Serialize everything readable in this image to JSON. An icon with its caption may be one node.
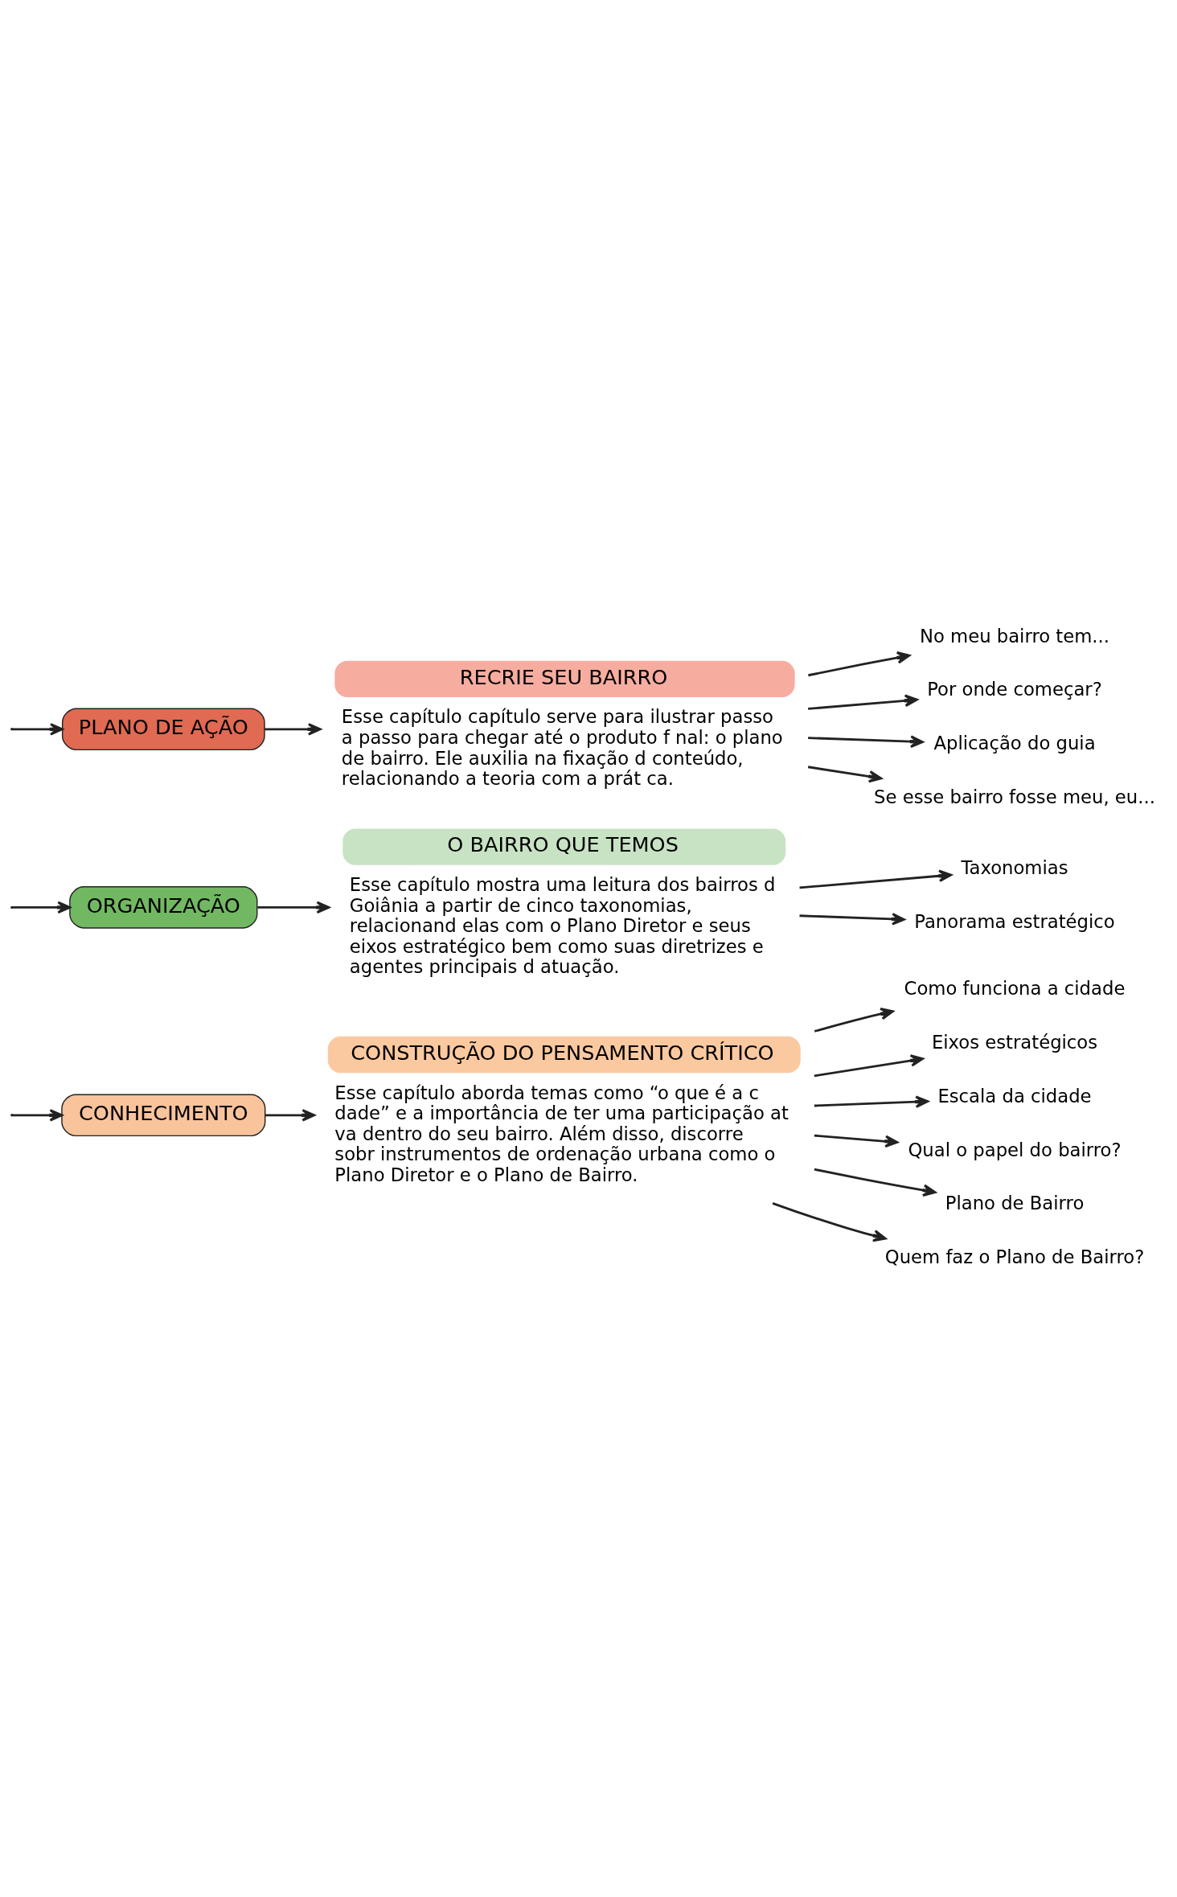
{
  "diagram": {
    "nodes": [
      {
        "text": [
          "CONHECIMENTO"
        ]
      },
      {
        "text": [
          "CONSTRUÇÃO DO PENSAMENTO CRÍTICO"
        ],
        "beside": [
          "Esse capítulo aborda temas como “o que é a c dade” e a importância de ter uma participação at va dentro do seu bairro. Além disso, discorre sobr instrumentos de ordenação urbana como o Plano Diretor e o Plano de Bairro."
        ]
      },
      {
        "text": [
          "Como funciona a cidade"
        ]
      },
      {
        "text": [
          "Eixos estratégicos"
        ]
      },
      {
        "text": [
          "Escala da cidade"
        ]
      },
      {
        "text": [
          "Qual o papel do bairro?"
        ]
      },
      {
        "text": [
          "Plano de Bairro"
        ]
      },
      {
        "text": [
          "Quem faz o Plano de Bairro?"
        ]
      },
      {
        "text": [
          "ORGANIZAÇÃO"
        ]
      },
      {
        "text": [
          "O BAIRRO QUE TEMOS"
        ],
        "beside": [
          "Esse capítulo mostra uma leitura dos bairros d Goiânia a partir de cinco taxonomias, relacionand elas com o Plano Diretor e seus eixos estratégico bem como suas diretrizes e agentes principais d atuação."
        ]
      },
      {
        "text": [
          "Taxonomias"
        ]
      },
      {
        "text": [
          "Panorama estratégico"
        ]
      },
      {
        "text": [
          "PLANO DE AÇÃO"
        ]
      },
      {
        "text": [
          "RECRIE SEU BAIRRO"
        ],
        "beside": [
          "Esse capítulo capítulo serve para ilustrar passo a passo para chegar até o produto f nal: o plano de bairro. Ele auxilia na fixação d conteúdo, relacionando a teoria com a prát ca."
        ]
      },
      {
        "text": [
          "No meu bairro tem..."
        ]
      },
      {
        "text": [
          "Por onde começar?"
        ]
      },
      {
        "text": [
          "Aplicação do guia"
        ]
      },
      {
        "text": [
          "Se esse bairro fosse meu, eu..."
        ]
      }
    ],
    "edges": [
      {
        "from": null,
        "to": 0,
        "arrow": "to"
      },
      {
        "from": null,
        "to": 8,
        "arrow": "to"
      },
      {
        "from": null,
        "to": 12,
        "arrow": "to"
      },
      {
        "from": 0,
        "to": 1,
        "arrow": "to"
      },
      {
        "from": 1,
        "to": 2,
        "arrow": "to"
      },
      {
        "from": 1,
        "to": 3,
        "arrow": "to"
      },
      {
        "from": 1,
        "to": 4,
        "arrow": "to"
      },
      {
        "from": 1,
        "to": 5,
        "arrow": "to"
      },
      {
        "from": 1,
        "to": 6,
        "arrow": "to"
      },
      {
        "from": 1,
        "to": 7,
        "arrow": "to"
      },
      {
        "from": 8,
        "to": 9,
        "arrow": "to"
      },
      {
        "from": 9,
        "to": 10,
        "arrow": "to"
      },
      {
        "from": 9,
        "to": 11,
        "arrow": "to"
      },
      {
        "from": 12,
        "to": 13,
        "arrow": "to"
      },
      {
        "from": 13,
        "to": 14,
        "arrow": "to"
      },
      {
        "from": 13,
        "to": 15,
        "arrow": "to"
      },
      {
        "from": 13,
        "to": 16,
        "arrow": "to"
      },
      {
        "from": 13,
        "to": 17,
        "arrow": "to"
      }
    ]
  }
}
